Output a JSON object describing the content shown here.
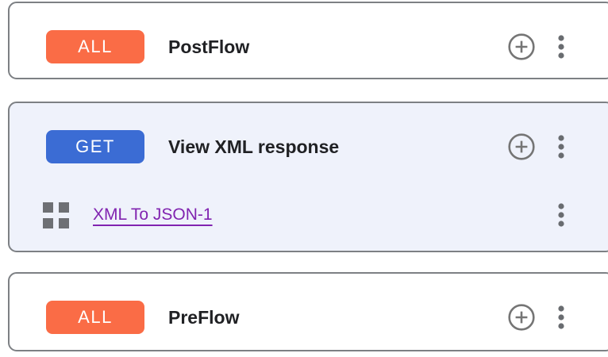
{
  "colors": {
    "all_badge": "#fa6c46",
    "get_badge": "#3b6cd4",
    "card_border": "#7d8084",
    "selected_card_bg": "#eff2fb",
    "icon_gray": "#757575",
    "kebab_gray": "#696c70",
    "grid_icon_gray": "#6e7074",
    "link_purple": "#8124b0",
    "title_text": "#202124"
  },
  "icons": {
    "add": "plus-circle",
    "more": "kebab-vertical",
    "policy": "grid-2x2"
  },
  "flows": [
    {
      "method": "ALL",
      "title": "PostFlow"
    },
    {
      "method": "GET",
      "title": "View XML response",
      "policies": [
        {
          "name": "XML To JSON-1"
        }
      ]
    },
    {
      "method": "ALL",
      "title": "PreFlow"
    }
  ]
}
